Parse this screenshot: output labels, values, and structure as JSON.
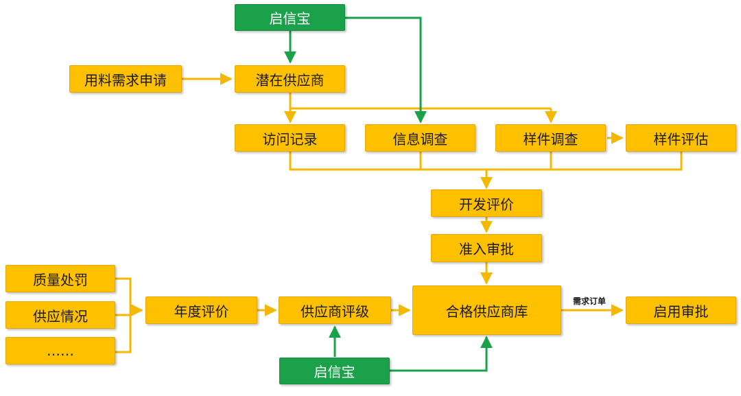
{
  "colors": {
    "orange": "#FFC000",
    "orange_line": "#F5B800",
    "green": "#1AA14A",
    "green_line": "#1AA14A"
  },
  "nodes": {
    "qixinbao_top": "启信宝",
    "material_demand": "用料需求申请",
    "potential_supplier": "潜在供应商",
    "visit_record": "访问记录",
    "info_survey": "信息调查",
    "sample_survey": "样件调查",
    "sample_eval": "样件评估",
    "dev_eval": "开发评价",
    "admission_approval": "准入审批",
    "quality_penalty": "质量处罚",
    "supply_status": "供应情况",
    "ellipsis": "……",
    "annual_eval": "年度评价",
    "supplier_rating": "供应商评级",
    "qualified_library": "合格供应商库",
    "enable_approval": "启用审批",
    "qixinbao_bottom": "启信宝"
  },
  "edge_labels": {
    "demand_order": "需求订单"
  }
}
